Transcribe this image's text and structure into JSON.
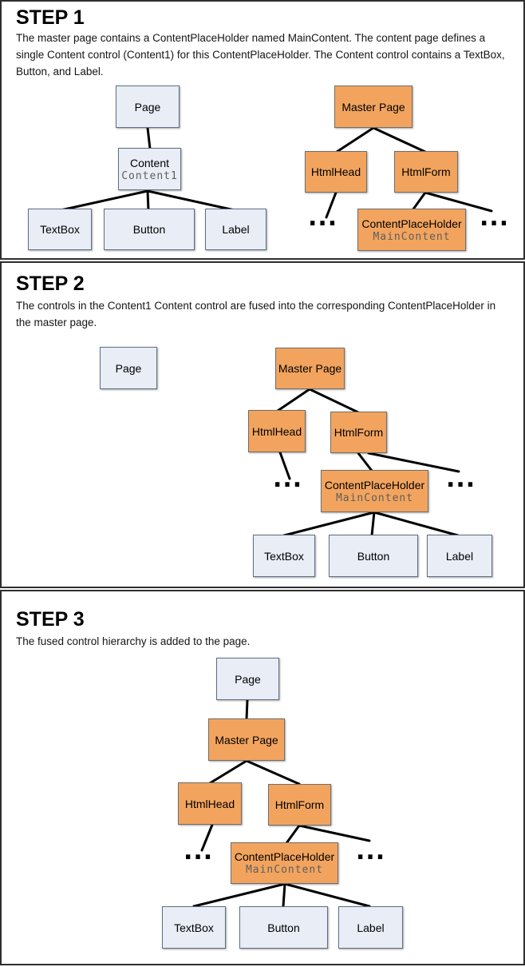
{
  "colors": {
    "orange_fill": "#F2A45E",
    "orange_border": "#6E6E6E",
    "blue_fill": "#E8EDF6",
    "blue_border": "#5F6E84",
    "subtext": "#5E5E5E",
    "connector": "#000000",
    "section_border": "#2E2E2E"
  },
  "labels": {
    "page": "Page",
    "content": "Content",
    "content_id": "Content1",
    "textbox": "TextBox",
    "button": "Button",
    "label": "Label",
    "master_page": "Master Page",
    "html_head": "HtmlHead",
    "html_form": "HtmlForm",
    "content_placeholder": "ContentPlaceHolder",
    "main_content_id": "MainContent",
    "ellipsis": "..."
  },
  "steps": [
    {
      "title": "STEP 1",
      "description": "The master page contains a ContentPlaceHolder named MainContent. The content page defines a single Content control (Content1) for this ContentPlaceHolder. The Content control contains a TextBox, Button, and Label."
    },
    {
      "title": "STEP 2",
      "description": "The controls in the Content1 Content control are fused into the corresponding ContentPlaceHolder in the master page."
    },
    {
      "title": "STEP 3",
      "description": "The fused control hierarchy is added to the page."
    }
  ]
}
